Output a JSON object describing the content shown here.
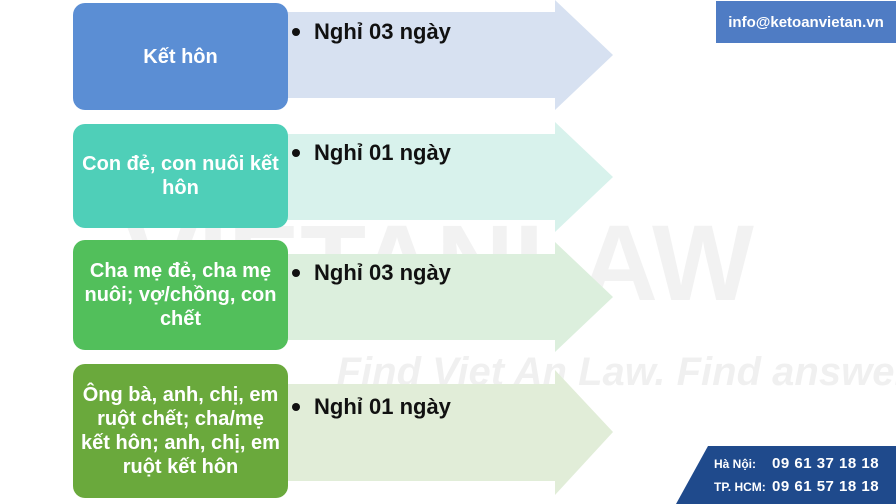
{
  "email": "info@ketoanvietan.vn",
  "watermark": {
    "brand": "VIETANLAW",
    "slogan": "Find Viet An Law. Find answers."
  },
  "rows": [
    {
      "label": "Kết hôn",
      "detail": "Nghỉ 03 ngày",
      "box_color": "#5b8ed4",
      "arrow_color": "#d7e1f1"
    },
    {
      "label": "Con đẻ, con nuôi kết hôn",
      "detail": "Nghỉ 01 ngày",
      "box_color": "#4fcfb8",
      "arrow_color": "#d8f2ec"
    },
    {
      "label": "Cha mẹ đẻ, cha mẹ nuôi; vợ/chồng, con chết",
      "detail": "Nghỉ 03 ngày",
      "box_color": "#52bf5b",
      "arrow_color": "#dcefdd"
    },
    {
      "label": "Ông bà, anh, chị, em ruột chết; cha/mẹ kết hôn; anh, chị, em ruột kết hôn",
      "detail": "Nghỉ 01 ngày",
      "box_color": "#6aa93c",
      "arrow_color": "#e1edd8"
    }
  ],
  "contact": {
    "hanoi_label": "Hà Nội:",
    "hanoi_phone": "09 61 37 18 18",
    "hcm_label": "TP. HCM:",
    "hcm_phone": "09 61 57 18 18",
    "bg_color": "#1f4a8c"
  }
}
